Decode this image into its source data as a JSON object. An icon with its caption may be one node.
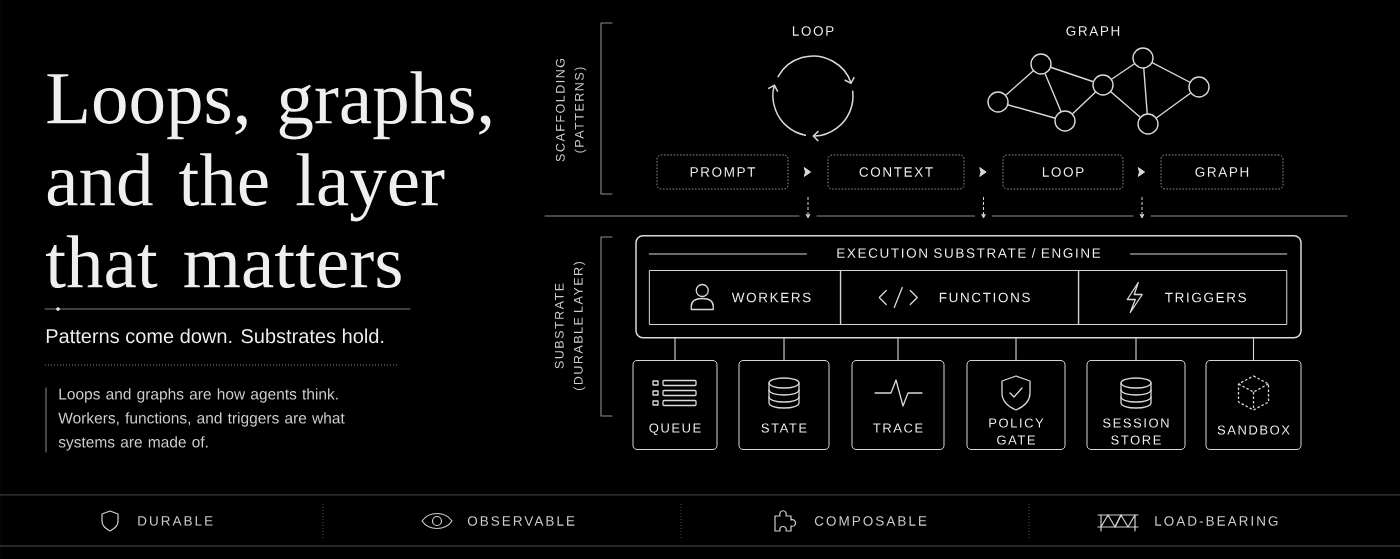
{
  "diagram": {
    "title": "Loops, graphs, and the layer that matters",
    "nodes": [
      {
        "text": [
          "PROMPT"
        ]
      },
      {
        "text": [
          "CONTEXT"
        ]
      },
      {
        "text": [
          "LOOP"
        ]
      },
      {
        "text": [
          "GRAPH"
        ]
      },
      {
        "text": [
          "EXECUTION SUBSTRATE / ENGINE"
        ]
      },
      {
        "text": [
          "WORKERS"
        ],
        "in": 4
      },
      {
        "text": [
          "FUNCTIONS"
        ],
        "in": 4
      },
      {
        "text": [
          "TRIGGERS"
        ],
        "in": 4
      },
      {
        "text": [
          "QUEUE"
        ]
      },
      {
        "text": [
          "STATE"
        ]
      },
      {
        "text": [
          "TRACE"
        ]
      },
      {
        "text": [
          "POLICY GATE"
        ]
      },
      {
        "text": [
          "SESSION STORE"
        ]
      },
      {
        "text": [
          "SANDBOX"
        ]
      }
    ],
    "edges": [
      {
        "from": 0,
        "to": 1,
        "arrow": "to"
      },
      {
        "from": 1,
        "to": 2,
        "arrow": "to"
      },
      {
        "from": 2,
        "to": 3,
        "arrow": "to"
      },
      {
        "from": 4,
        "to": 8,
        "arrow": "none"
      },
      {
        "from": 4,
        "to": 9,
        "arrow": "none"
      },
      {
        "from": 4,
        "to": 10,
        "arrow": "none"
      },
      {
        "from": 4,
        "to": 11,
        "arrow": "none"
      },
      {
        "from": 4,
        "to": 12,
        "arrow": "none"
      },
      {
        "from": 4,
        "to": 13,
        "arrow": "none"
      }
    ],
    "labels": [
      "Patterns come down. Substrates hold.",
      "Loops and graphs are how agents think. Workers, functions, and triggers are what systems are made of.",
      "SCAFFOLDING (PATTERNS)",
      "LOOP",
      "GRAPH",
      "SUBSTRATE (DURABLE LAYER)",
      "DURABLE",
      "OBSERVABLE",
      "COMPOSABLE",
      "LOAD-BEARING"
    ]
  }
}
